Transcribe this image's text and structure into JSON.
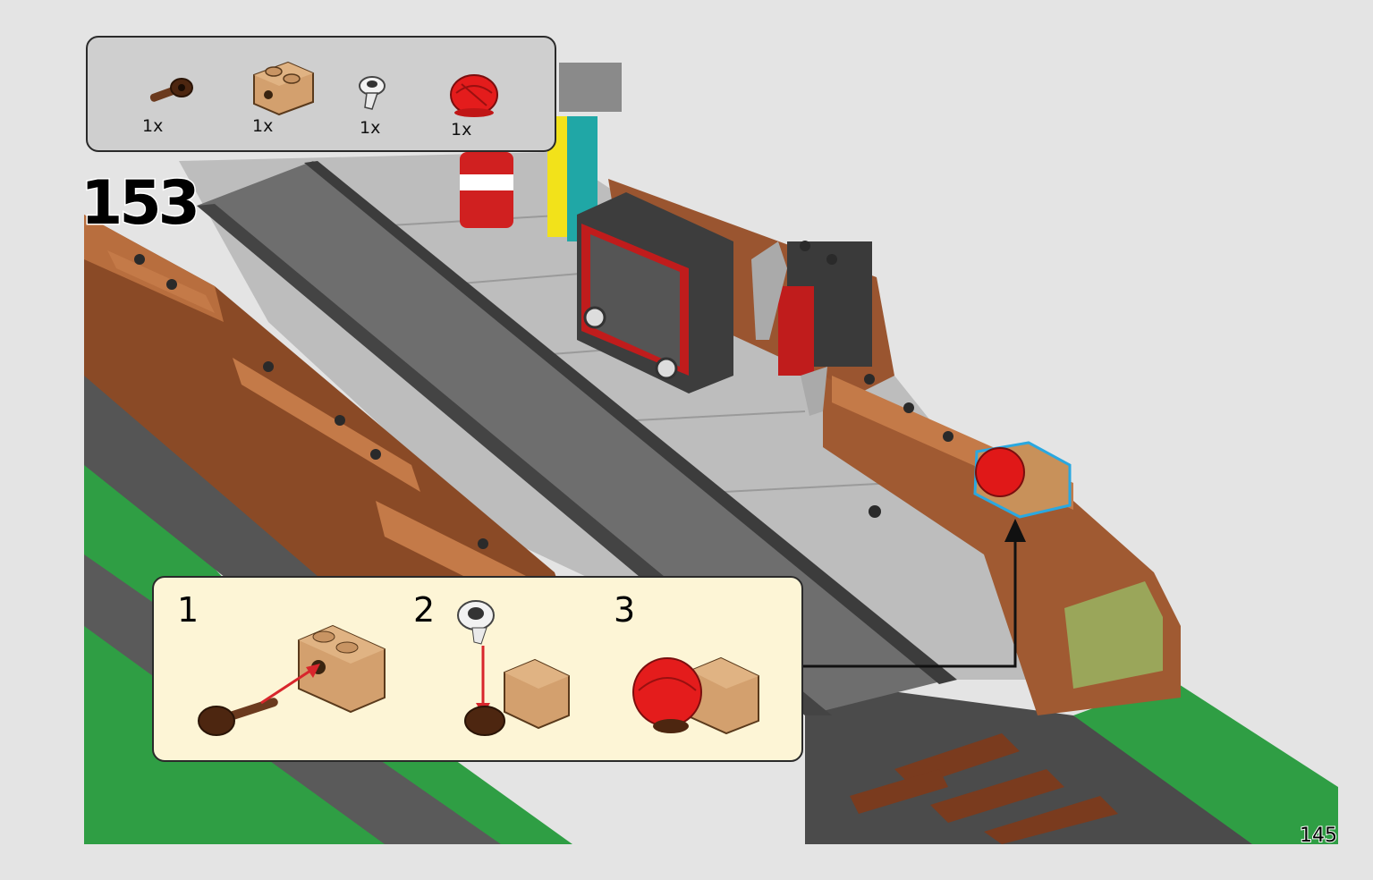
{
  "step": {
    "number": "153"
  },
  "parts": [
    {
      "icon": "brown-bar-with-clip-icon",
      "qty": "1x"
    },
    {
      "icon": "tan-brick-1x2-with-hole-icon",
      "qty": "1x"
    },
    {
      "icon": "light-gray-round-plate-icon",
      "qty": "1x"
    },
    {
      "icon": "red-helmet-icon",
      "qty": "1x"
    }
  ],
  "substeps": [
    {
      "label": "1"
    },
    {
      "label": "2"
    },
    {
      "label": "3"
    }
  ],
  "page": {
    "number": "145"
  },
  "colors": {
    "background": "#e4e4e4",
    "parts_box": "#cfcfcf",
    "substep_box": "#fdf5d6",
    "arrow": "#d8262c",
    "callout_outline": "#2aa8e0"
  }
}
